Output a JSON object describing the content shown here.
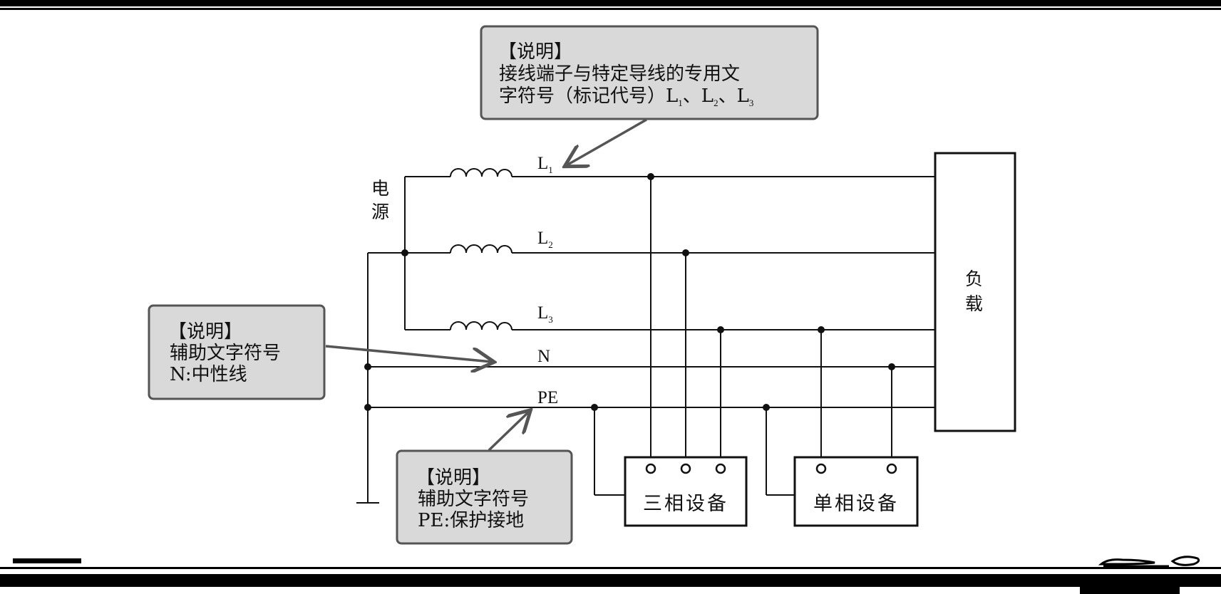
{
  "source_label": "电源",
  "load_label": "负载",
  "lines": {
    "L1": {
      "main": "L",
      "sub": "1"
    },
    "L2": {
      "main": "L",
      "sub": "2"
    },
    "L3": {
      "main": "L",
      "sub": "3"
    },
    "N": "N",
    "PE": "PE"
  },
  "devices": {
    "three_phase": "三相设备",
    "single_phase": "单相设备"
  },
  "callouts": {
    "terminal": {
      "title": "【说明】",
      "line1": "接线端子与特定导线的专用文",
      "line2_prefix": "字符号（标记代号）",
      "l1": "L",
      "l1_sub": "1",
      "sep1": "、",
      "l2": "L",
      "l2_sub": "2",
      "sep2": "、",
      "l3": "L",
      "l3_sub": "3"
    },
    "neutral": {
      "title": "【说明】",
      "line1": "辅助文字符号",
      "line2": "N:中性线"
    },
    "pe": {
      "title": "【说明】",
      "line1": "辅助文字符号",
      "line2": "PE:保护接地"
    }
  },
  "colors": {
    "line": "#111111",
    "callout_fill": "#d9d9d9",
    "callout_border": "#555555",
    "arrow": "#555555"
  }
}
